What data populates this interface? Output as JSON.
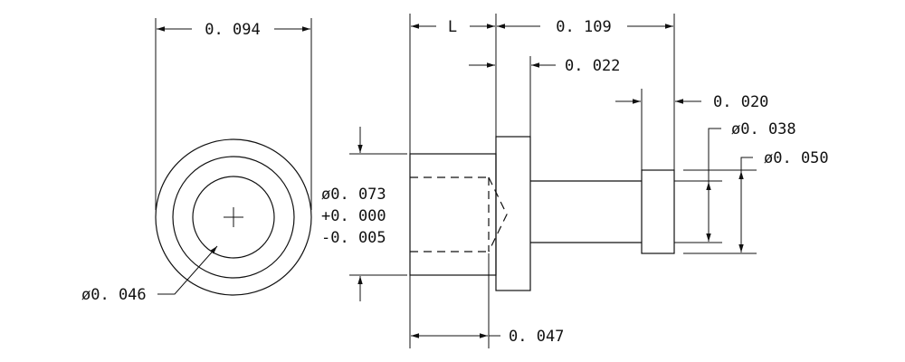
{
  "drawing": {
    "end_view": {
      "width_dim": "0. 094",
      "inner_dia": "ø0. 046"
    },
    "side_view": {
      "length_dim": "L",
      "overall_dim": "0. 109",
      "flange_dim": "0. 022",
      "tip_length_dim": "0. 020",
      "shaft_dia": "ø0. 038",
      "tip_dia": "ø0. 050",
      "body_dia": "ø0. 073",
      "tol_plus": "+0. 000",
      "tol_minus": "-0. 005",
      "hole_depth": "0. 047"
    },
    "colors": {
      "line": "#111111",
      "background": "#ffffff"
    }
  }
}
